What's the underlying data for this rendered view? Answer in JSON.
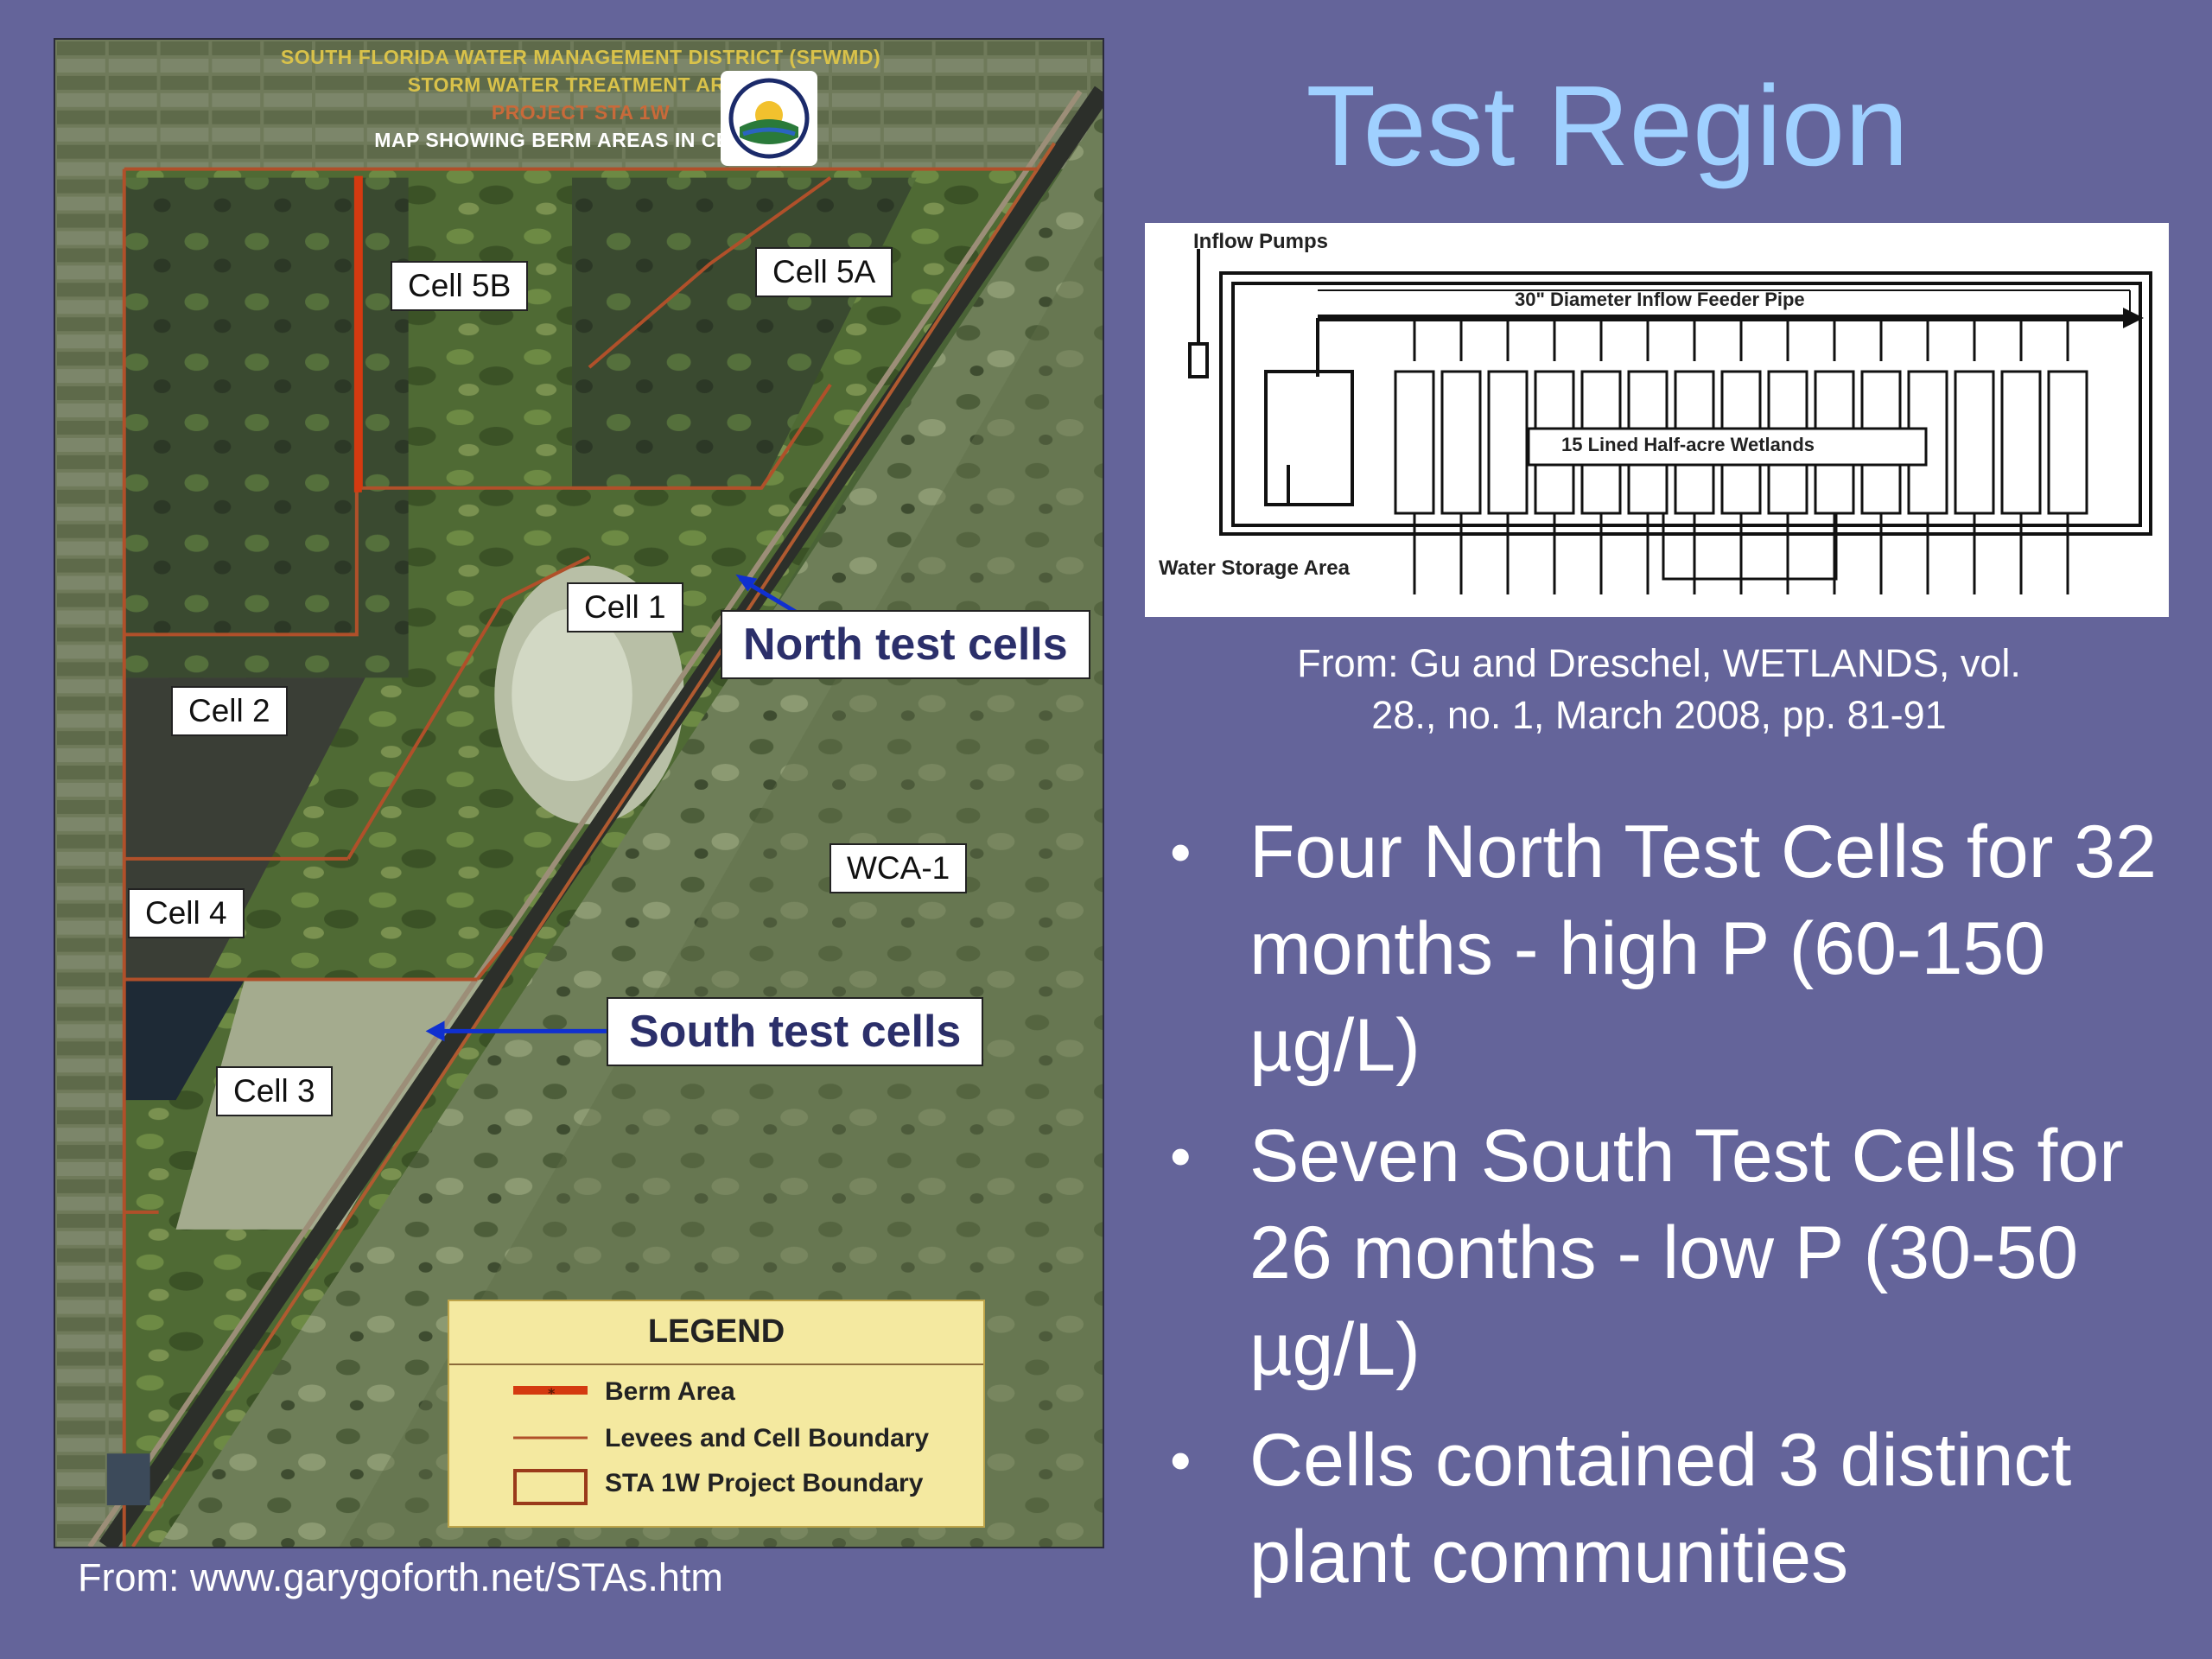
{
  "slide": {
    "title": "Test Region",
    "citation_line1": "From: Gu and Dreschel, WETLANDS, vol.",
    "citation_line2": "28., no. 1, March 2008, pp. 81-91",
    "map_source": "From: www.garygoforth.net/STAs.htm",
    "bullets": [
      {
        "text": "Four North Test Cells for 32 months - high P (60-150 µg/L)"
      },
      {
        "text": "Seven South Test Cells for 26 months - low P (30-50 µg/L)"
      },
      {
        "text": "Cells contained 3 distinct plant communities"
      }
    ]
  },
  "map": {
    "header": {
      "line1": "SOUTH FLORIDA WATER MANAGEMENT DISTRICT (SFWMD)",
      "line2": "STORM WATER TREATMENT AREA",
      "line3": "PROJECT STA 1W",
      "line4": "MAP SHOWING BERM AREAS IN CELL 5B"
    },
    "cells": {
      "cell_5b": "Cell 5B",
      "cell_5a": "Cell 5A",
      "cell_1": "Cell 1",
      "cell_2": "Cell 2",
      "cell_4": "Cell 4",
      "cell_3": "Cell 3",
      "wca_1": "WCA-1"
    },
    "callouts": {
      "north": "North test cells",
      "south": "South test cells"
    },
    "legend": {
      "title": "LEGEND",
      "items": [
        {
          "label": "Berm Area",
          "color": "#d43a10"
        },
        {
          "label": "Levees and Cell Boundary",
          "color": "#b0502a"
        },
        {
          "label": "STA 1W Project Boundary",
          "color": "#9a3a1a"
        }
      ]
    }
  },
  "diagram": {
    "inflow_pumps": "Inflow Pumps",
    "feeder_pipe": "30\" Diameter Inflow Feeder Pipe",
    "wetlands": "15 Lined Half-acre Wetlands",
    "storage": "Water Storage Area"
  }
}
